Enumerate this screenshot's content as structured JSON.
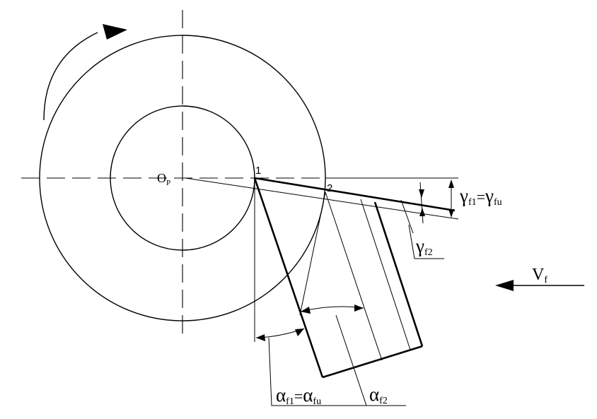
{
  "labels": {
    "center": {
      "main": "O",
      "sub": "P"
    },
    "point1": "1",
    "point2": "2",
    "gamma_f1": {
      "main": "γ",
      "sub": "f1"
    },
    "gamma_eq": "=",
    "gamma_fu": {
      "main": "γ",
      "sub": "fu"
    },
    "gamma_f2": {
      "main": "γ",
      "sub": "f2"
    },
    "alpha_f1": {
      "main": "α",
      "sub": "f1"
    },
    "alpha_eq": "=",
    "alpha_fu": {
      "main": "α",
      "sub": "fu"
    },
    "alpha_f2": {
      "main": "α",
      "sub": "f2"
    },
    "velocity": {
      "main": "V",
      "sub": "f"
    }
  }
}
